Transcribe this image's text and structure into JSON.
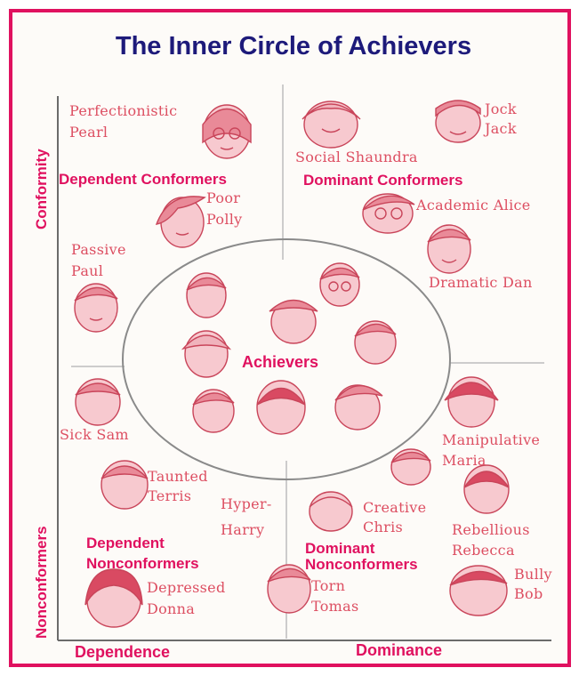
{
  "title": "The Inner Circle of Achievers",
  "axes": {
    "conformity": "Conformity",
    "nonconformers": "Nonconformers",
    "dependence": "Dependence",
    "dominance": "Dominance"
  },
  "quadrants": {
    "dependent_conformers": "Dependent Conformers",
    "dominant_conformers": "Dominant Conformers",
    "dependent_nonconformers_1": "Dependent",
    "dependent_nonconformers_2": "Nonconformers",
    "dominant_nonconformers_1": "Dominant",
    "dominant_nonconformers_2": "Nonconformers",
    "center": "Achievers"
  },
  "characters": {
    "perfectionistic_1": "Perfectionistic",
    "perfectionistic_2": "Pearl",
    "jock_1": "Jock",
    "jock_2": "Jack",
    "social": "Social Shaundra",
    "poor_1": "Poor",
    "poor_2": "Polly",
    "academic": "Academic Alice",
    "passive_1": "Passive",
    "passive_2": "Paul",
    "dramatic": "Dramatic Dan",
    "sick": "Sick Sam",
    "manipulative_1": "Manipulative",
    "manipulative_2": "Maria",
    "taunted_1": "Taunted",
    "taunted_2": "Terris",
    "hyper_1": "Hyper-",
    "hyper_2": "Harry",
    "creative_1": "Creative",
    "creative_2": "Chris",
    "rebellious_1": "Rebellious",
    "rebellious_2": "Rebecca",
    "bully_1": "Bully",
    "bully_2": "Bob",
    "depressed_1": "Depressed",
    "depressed_2": "Donna",
    "torn_1": "Torn",
    "torn_2": "Tomas"
  },
  "colors": {
    "accent": "#e0115f",
    "title": "#1d1a7a",
    "sketch": "#dd4f62"
  }
}
